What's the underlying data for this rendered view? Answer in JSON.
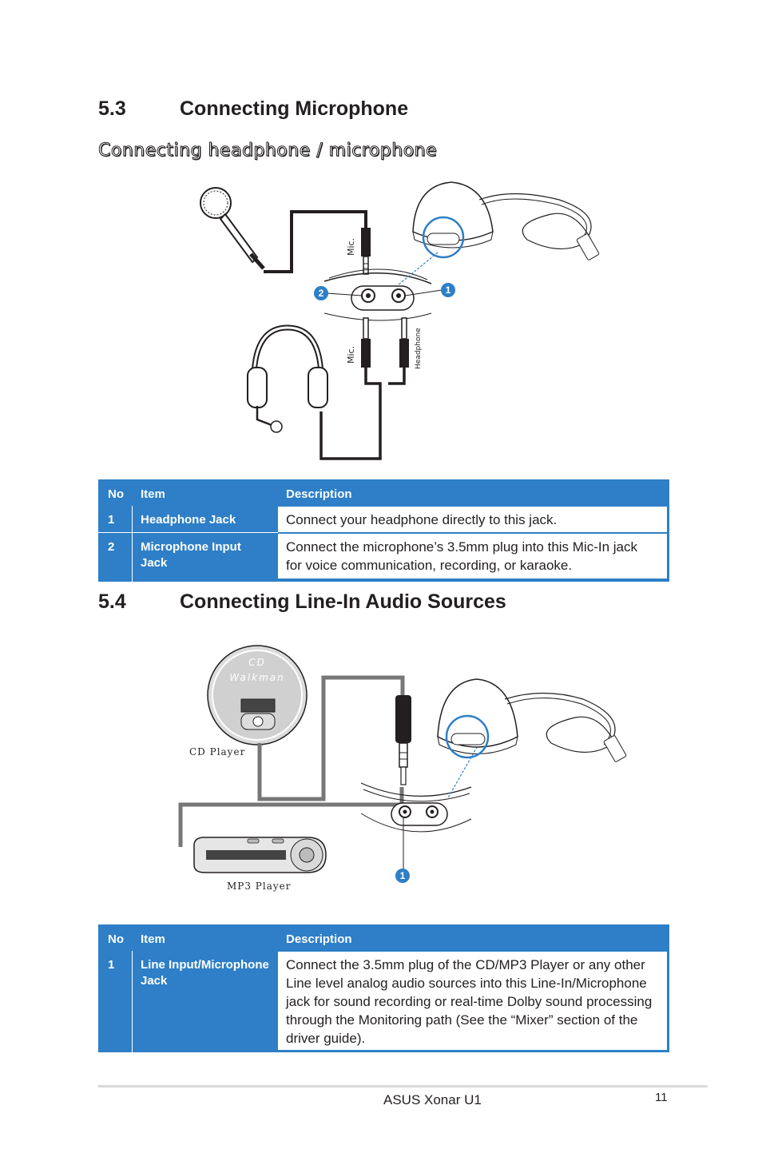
{
  "section1": {
    "number": "5.3",
    "title": "Connecting Microphone"
  },
  "subsection1": {
    "title": "Connecting headphone / microphone"
  },
  "diagram1": {
    "labels": {
      "mic_top": "Mic.",
      "mic_bottom": "Mic.",
      "headphone": "Headphone"
    },
    "callouts": [
      "1",
      "2"
    ]
  },
  "table1": {
    "headers": {
      "no": "No",
      "item": "Item",
      "description": "Description"
    },
    "rows": [
      {
        "no": "1",
        "item": "Headphone Jack",
        "description": "Connect your headphone directly to this jack."
      },
      {
        "no": "2",
        "item_line1": "Microphone Input",
        "item_line2": "Jack",
        "desc_line1": "Connect the microphone’s 3.5mm plug into this Mic-In jack",
        "desc_line2": "for voice communication, recording, or karaoke."
      }
    ]
  },
  "section2": {
    "number": "5.4",
    "title": "Connecting Line-In Audio Sources"
  },
  "diagram2": {
    "labels": {
      "cd_line1": "CD",
      "cd_line2": "Walkman",
      "cd_player": "CD Player",
      "mp3_player": "MP3 Player"
    },
    "callouts": [
      "1"
    ]
  },
  "table2": {
    "headers": {
      "no": "No",
      "item": "Item",
      "description": "Description"
    },
    "rows": [
      {
        "no": "1",
        "item_line1": "Line Input/Microphone",
        "item_line2": "Jack",
        "desc_lines": [
          "Connect the 3.5mm plug of the CD/MP3 Player or any other",
          "Line level analog audio sources into this Line-In/Microphone",
          "jack for sound recording or real-time Dolby sound processing",
          "through the Monitoring path (See the “Mixer” section of the",
          "driver guide)."
        ]
      }
    ]
  },
  "footer": {
    "product": "ASUS Xonar U1",
    "page": "11"
  },
  "colors": {
    "accent": "#2e7fc7",
    "text": "#231f20"
  }
}
